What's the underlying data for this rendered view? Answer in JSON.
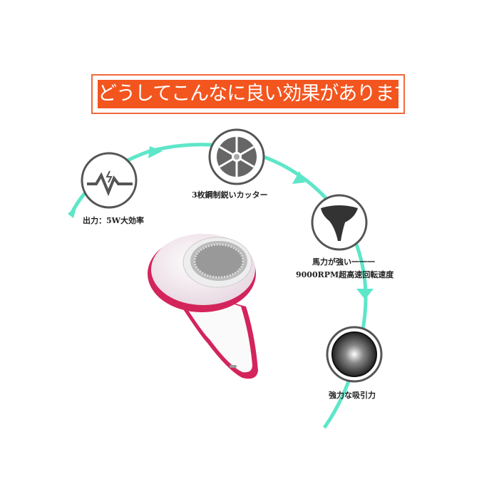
{
  "banner": {
    "title": "どうしてこんなに良い効果がありますか?"
  },
  "features": [
    {
      "icon": "power-pulse-icon",
      "label": "出力：5W大効率"
    },
    {
      "icon": "blade-cutter-icon",
      "label": "3枚鋼制鋭いカッター"
    },
    {
      "icon": "tornado-icon",
      "label_line1": "馬力が強い一一一",
      "label_line2": "9000RPM超高速回転速度"
    },
    {
      "icon": "suction-fan-icon",
      "label": "強力な吸引力"
    }
  ],
  "colors": {
    "accent": "#5ee6c9",
    "banner": "#f3551f",
    "product_trim": "#d3245c"
  }
}
